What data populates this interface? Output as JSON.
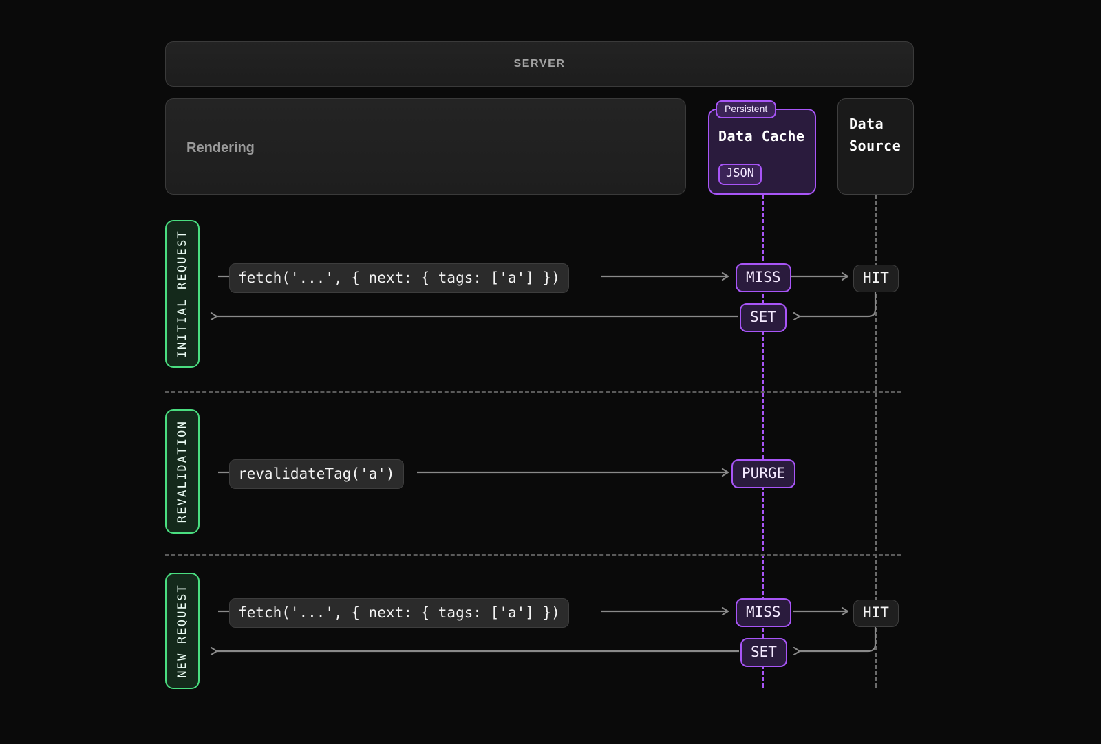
{
  "diagram": {
    "title": "Next.js Data Cache revalidateTag flow",
    "background_color": "#0a0a0a",
    "accent_purple": "#a855f7",
    "accent_green": "#4ade80",
    "wire_color": "#8a8a8a"
  },
  "server": {
    "label": "SERVER"
  },
  "rendering": {
    "label": "Rendering"
  },
  "data_cache": {
    "chip_label": "Persistent",
    "title": "Data Cache",
    "format_label": "JSON"
  },
  "data_source": {
    "title_line1": "Data",
    "title_line2": "Source"
  },
  "phases": [
    {
      "id": "initial-request",
      "label": "INITIAL REQUEST",
      "code": "fetch('...', { next: { tags: ['a'] })",
      "cache_result": "MISS",
      "source_result": "HIT",
      "cache_write": "SET"
    },
    {
      "id": "revalidation",
      "label": "REVALIDATION",
      "code": "revalidateTag('a')",
      "cache_result": "PURGE"
    },
    {
      "id": "new-request",
      "label": "NEW REQUEST",
      "code": "fetch('...', { next: { tags: ['a'] })",
      "cache_result": "MISS",
      "source_result": "HIT",
      "cache_write": "SET"
    }
  ]
}
